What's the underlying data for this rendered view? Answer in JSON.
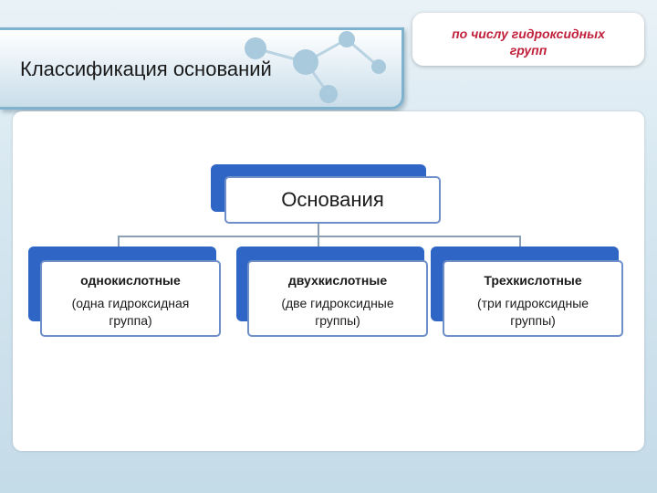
{
  "header": {
    "title": "Классификация оснований"
  },
  "badge": {
    "text": "по числу гидроксидных\nгрупп"
  },
  "diagram": {
    "root": "Основания",
    "children": [
      {
        "title": "однокислотные",
        "desc": "(одна гидроксидная\nгруппа)"
      },
      {
        "title": "двухкислотные",
        "desc": "(две гидроксидные\nгруппы)"
      },
      {
        "title": "Трехкислотные",
        "desc": "(три гидроксидные\nгруппы)"
      }
    ]
  },
  "colors": {
    "box_accent": "#2f66c6",
    "box_border": "#6f8fc9",
    "badge_text": "#c0203a",
    "banner_border": "#7fb2cf"
  }
}
